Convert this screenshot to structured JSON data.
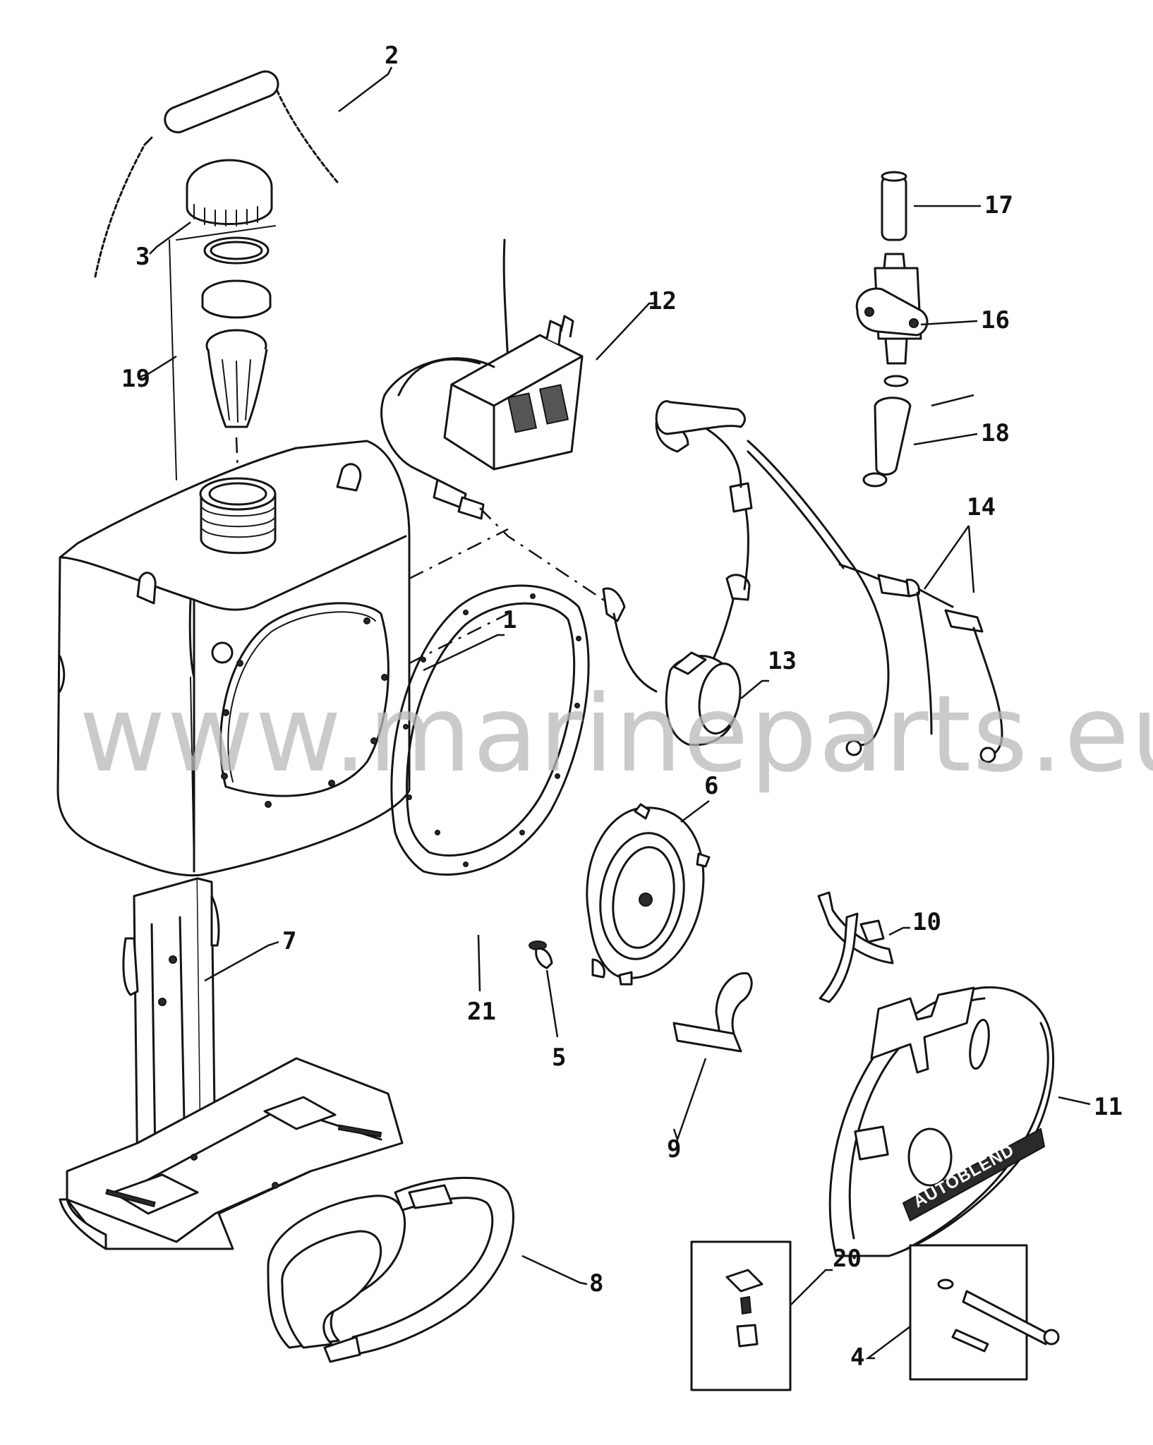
{
  "watermark": "www.marineparts.eu",
  "brand_badge": "AUTOBLEND",
  "part_labels": [
    "1",
    "2",
    "3",
    "4",
    "5",
    "6",
    "7",
    "8",
    "9",
    "10",
    "11",
    "12",
    "13",
    "14",
    "16",
    "17",
    "18",
    "19",
    "20",
    "21"
  ]
}
